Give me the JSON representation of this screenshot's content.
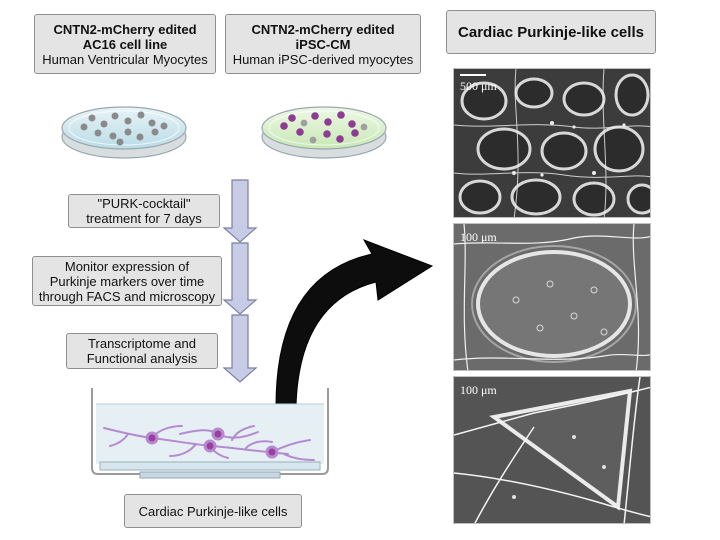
{
  "source_top_left": {
    "title": "CNTN2-mCherry edited",
    "subtitle": "AC16 cell line",
    "description": "Human Ventricular Myocytes"
  },
  "source_top_right": {
    "title": "CNTN2-mCherry edited",
    "subtitle": "iPSC-CM",
    "description": "Human iPSC-derived myocytes"
  },
  "steps": [
    {
      "lines": [
        "\"PURK-cocktail\"",
        "treatment for 7 days"
      ]
    },
    {
      "lines": [
        "Monitor expression of",
        "Purkinje markers over time",
        "through FACS and microscopy"
      ]
    },
    {
      "lines": [
        "Transcriptome and",
        "Functional analysis"
      ]
    }
  ],
  "result_label": "Cardiac Purkinje-like cells",
  "panel_title": "Cardiac Purkinje-like cells",
  "micrographs": [
    {
      "scale_label": "500 μm"
    },
    {
      "scale_label": "100 μm"
    },
    {
      "scale_label": "100 μm"
    }
  ],
  "colors": {
    "box_fill": "#e4e4e4",
    "arrow_fill": "#c7cbe6",
    "dish_blue": "#cde6ee",
    "dish_green": "#d9f0cc",
    "cell_purple": "#9b3f9f",
    "neuron_purple": "#b58ad0"
  }
}
